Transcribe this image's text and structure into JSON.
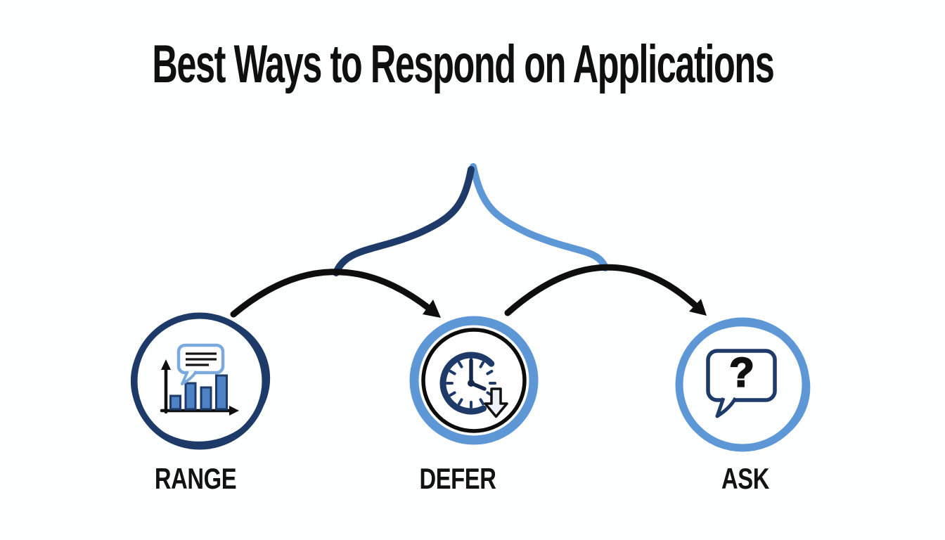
{
  "title": "Best Ways to Respond on Applications",
  "diagram": {
    "branch_point": "top-center split into three options",
    "nodes": [
      {
        "label": "RANGE",
        "icon": "bar-chart-with-speech-bubble-icon"
      },
      {
        "label": "DEFER",
        "icon": "clock-with-down-arrow-icon"
      },
      {
        "label": "ASK",
        "icon": "speech-bubble-question-icon",
        "glyph": "?"
      }
    ]
  },
  "colors": {
    "navy": "#1d3a68",
    "blue": "#5e97d6",
    "light_blue": "#79a9dd",
    "bar_fill": "#4d83c4",
    "ink": "#0e0e0e",
    "background": "#fdfefe"
  }
}
